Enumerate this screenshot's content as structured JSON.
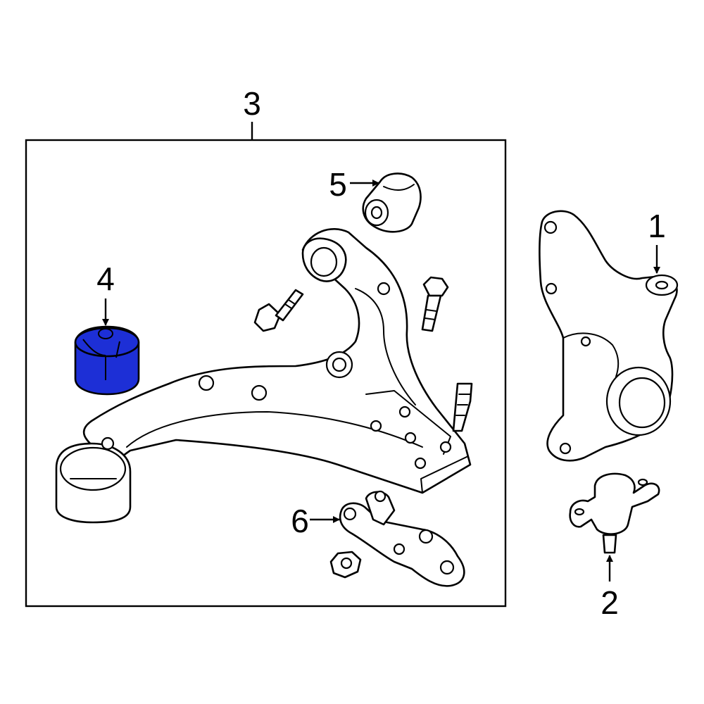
{
  "callouts": {
    "part1": "1",
    "part2": "2",
    "part3": "3",
    "part4": "4",
    "part5": "5",
    "part6": "6"
  },
  "highlight_color": "#1d2fd6",
  "highlighted_part": "4"
}
